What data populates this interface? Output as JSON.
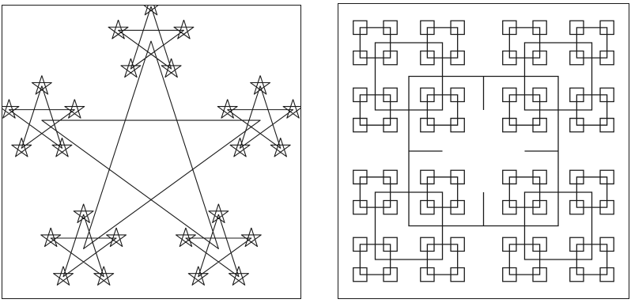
{
  "figures": [
    {
      "id": "left",
      "kind": "pentagram-fractal",
      "levels": 3,
      "stroke_color": "#1a1a1a"
    },
    {
      "id": "right",
      "kind": "square-c-fractal",
      "levels": 4,
      "stroke_color": "#1a1a1a"
    }
  ],
  "background_color": "#ffffff"
}
